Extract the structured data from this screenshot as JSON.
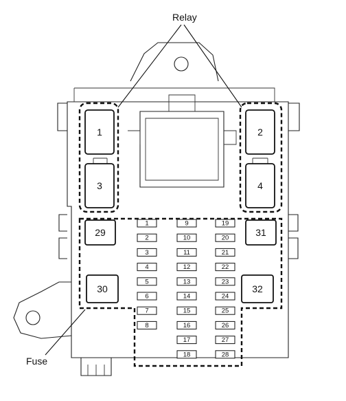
{
  "callouts": {
    "relay": "Relay",
    "fuse": "Fuse"
  },
  "relays": [
    "1",
    "2",
    "3",
    "4"
  ],
  "big_fuses": [
    "29",
    "30",
    "31",
    "32"
  ],
  "fuses": {
    "col1": [
      "1",
      "2",
      "3",
      "4",
      "5",
      "6",
      "7",
      "8"
    ],
    "col2": [
      "9",
      "10",
      "11",
      "12",
      "13",
      "14",
      "15",
      "16",
      "17",
      "18"
    ],
    "col3": [
      "19",
      "20",
      "21",
      "22",
      "23",
      "24",
      "25",
      "26",
      "27",
      "28"
    ]
  }
}
